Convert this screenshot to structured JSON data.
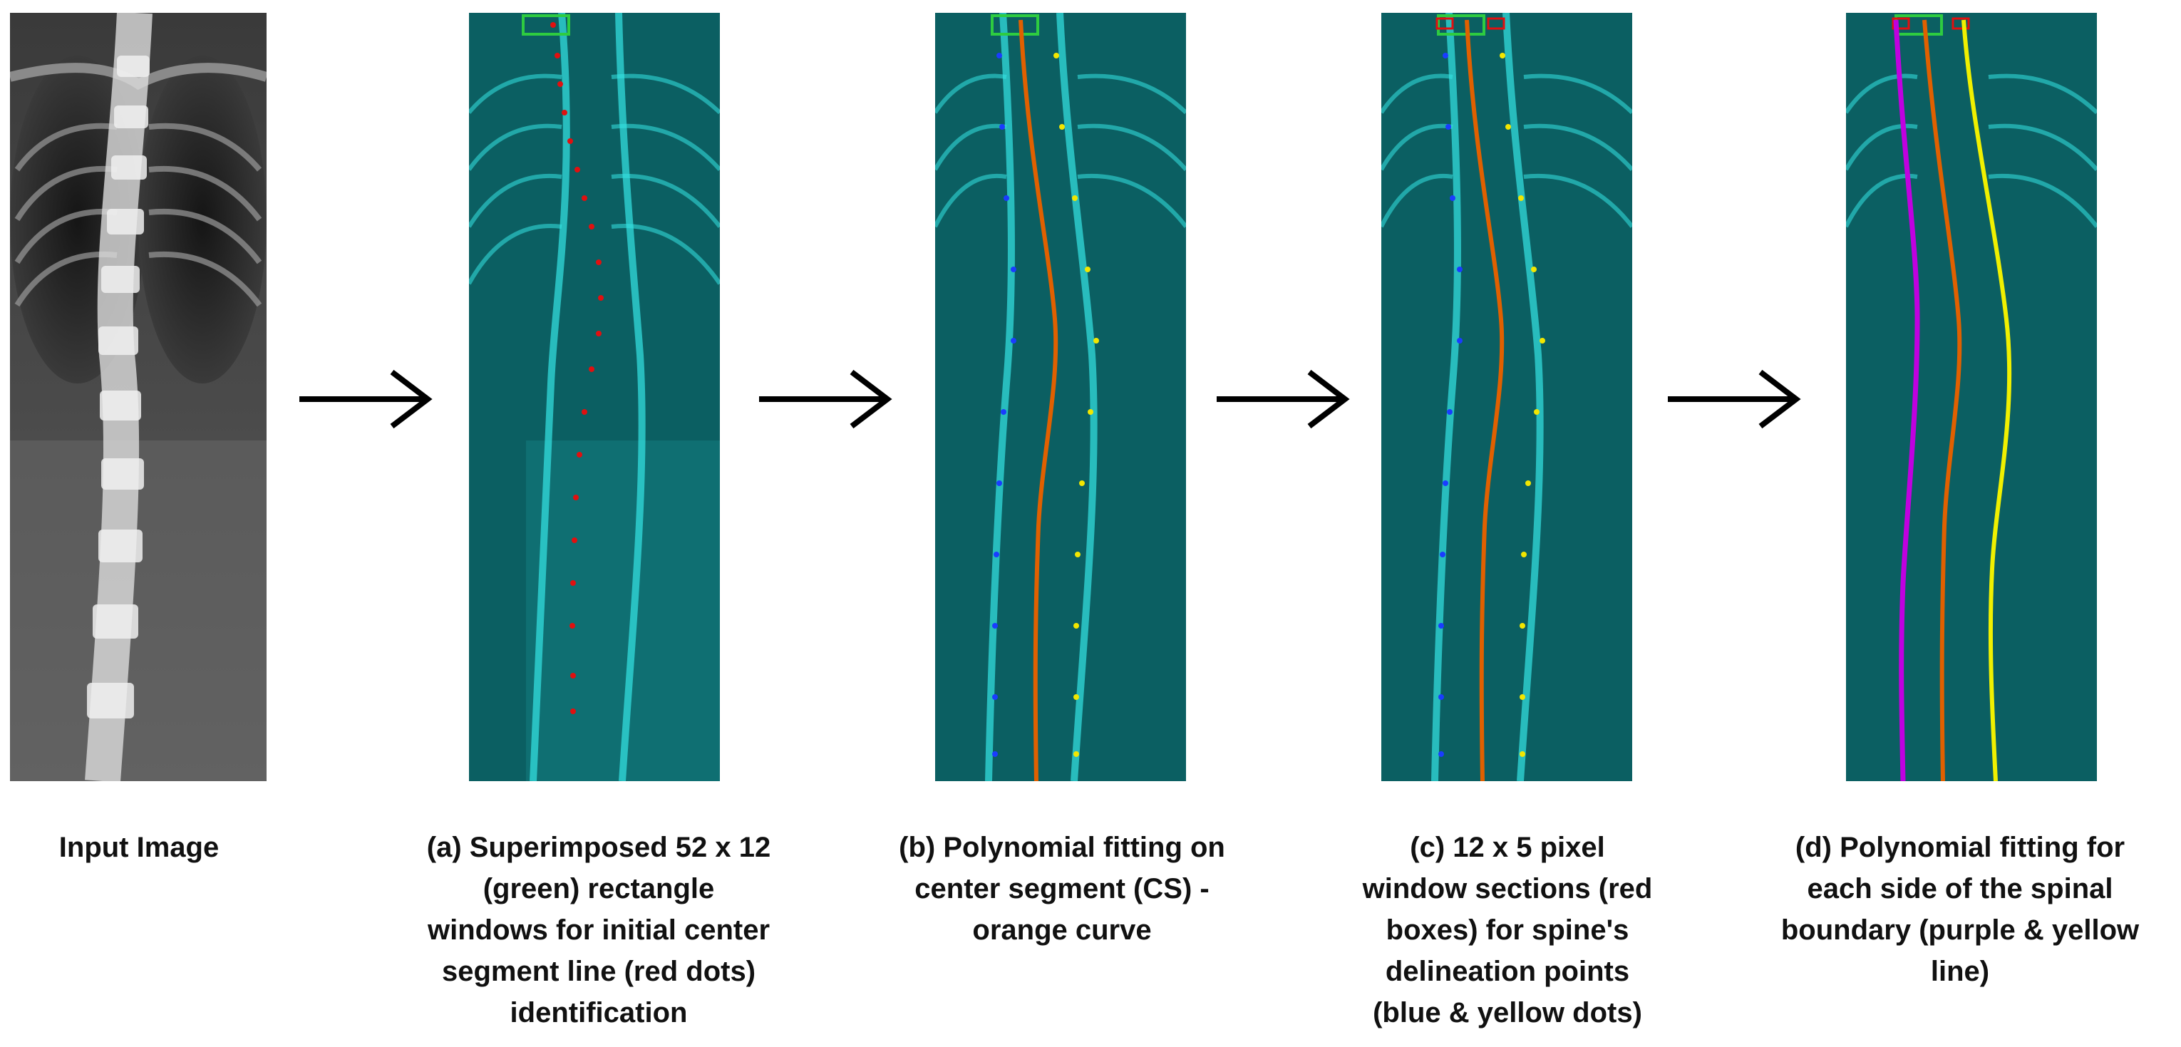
{
  "captions": {
    "input": "Input Image",
    "a": "(a) Superimposed 52 x 12\n(green) rectangle\nwindows for initial center\nsegment line (red dots)\nidentification",
    "b": "(b) Polynomial fitting on\ncenter segment (CS) -\norange curve",
    "c": "(c) 12 x 5 pixel\nwindow sections (red\nboxes) for spine's\ndelineation points\n(blue & yellow dots)",
    "d": "(d) Polynomial fitting for\neach side of the spinal\nboundary (purple & yellow\nline)"
  },
  "colors": {
    "xray_bg": "#2a2a2a",
    "cyan_bg": "#0b5f62",
    "cyan_bone": "#35e4e4",
    "window_green": "#2ecc40",
    "center_dot_red": "#e01010",
    "center_curve_orange": "#e06000",
    "left_dot_blue": "#1a3cff",
    "right_dot_yellow": "#f2e600",
    "left_boundary_purple": "#c000e0",
    "right_boundary_yellow": "#f0f000",
    "arrow": "#000000"
  }
}
